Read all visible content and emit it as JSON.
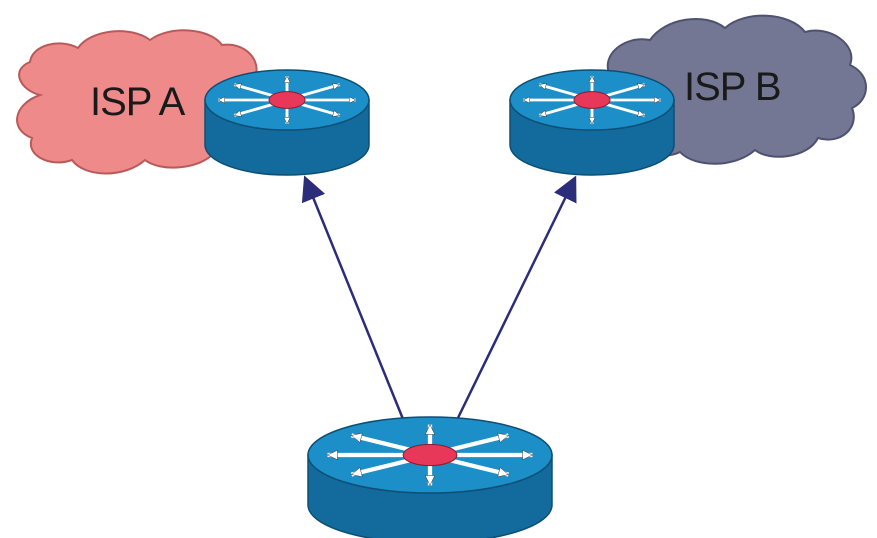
{
  "nodes": {
    "isp_a": {
      "label": "ISP A",
      "cloud_color": "#ef8a8a",
      "cloud_stroke": "#b85a5a"
    },
    "isp_b": {
      "label": "ISP B",
      "cloud_color": "#737793",
      "cloud_stroke": "#4e5270"
    }
  },
  "router": {
    "top_color": "#1d8fc8",
    "side_color": "#126b9c",
    "hub_color": "#e8385a",
    "arrow_color": "#ffffff"
  },
  "edges": [
    {
      "from": "router_core",
      "to": "router_isp_a",
      "color": "#2b2d7a"
    },
    {
      "from": "router_core",
      "to": "router_isp_b",
      "color": "#2b2d7a"
    }
  ]
}
